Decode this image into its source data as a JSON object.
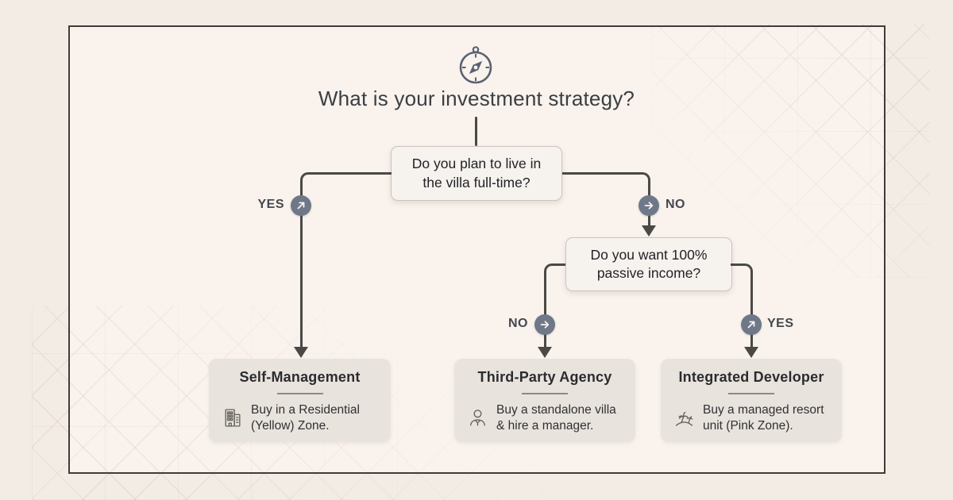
{
  "palette": {
    "outer_bg": "#f2ece5",
    "inner_bg": "#f9f2ed",
    "frame_border": "#3f3d39",
    "connector": "#4a4946",
    "badge": "#6f7888",
    "question_box_bg": "#f6f2ee",
    "question_box_border": "#ccc3bb",
    "result_box_bg": "#e9e3dd",
    "pattern_line": "#d9c2bc"
  },
  "header": {
    "icon": "compass-icon",
    "title": "What is your investment strategy?"
  },
  "flowchart": {
    "q1": {
      "text": "Do you plan to live in the villa full-time?"
    },
    "q2": {
      "text": "Do you want 100% passive income?"
    },
    "edges": {
      "q1_yes": {
        "label": "YES",
        "badge_icon": "arrow-up-right-icon"
      },
      "q1_no": {
        "label": "NO",
        "badge_icon": "arrow-right-icon"
      },
      "q2_no": {
        "label": "NO",
        "badge_icon": "arrow-right-icon"
      },
      "q2_yes": {
        "label": "YES",
        "badge_icon": "arrow-up-right-icon"
      }
    },
    "results": [
      {
        "title": "Self-Management",
        "icon": "building-icon",
        "desc": "Buy in a Residential (Yellow) Zone."
      },
      {
        "title": "Third-Party Agency",
        "icon": "manager-icon",
        "desc": "Buy a standalone villa & hire a manager."
      },
      {
        "title": "Integrated Developer",
        "icon": "resort-icon",
        "desc": "Buy a managed resort unit (Pink Zone)."
      }
    ]
  }
}
